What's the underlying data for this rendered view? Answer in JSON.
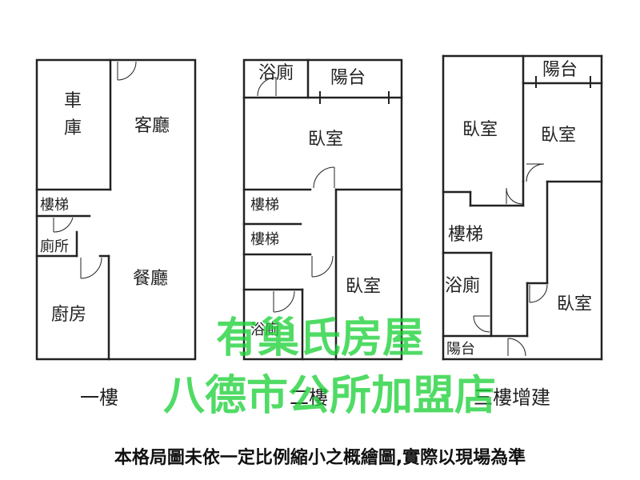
{
  "floors": {
    "f1": {
      "label": "一樓",
      "rooms": {
        "garage_a": "車",
        "garage_b": "庫",
        "living": "客廳",
        "stairs": "樓梯",
        "toilet": "廁所",
        "kitchen": "廚房",
        "dining": "餐廳"
      }
    },
    "f2": {
      "label": "二樓",
      "rooms": {
        "bath_top": "浴廁",
        "balcony": "陽台",
        "bedroom_top": "臥室",
        "stairs_1": "樓梯",
        "stairs_2": "樓梯",
        "bedroom_right": "臥室",
        "bath_bottom": "浴廁"
      }
    },
    "f3": {
      "label": "三樓增建",
      "rooms": {
        "balcony_top": "陽台",
        "bedroom_left": "臥室",
        "bedroom_right": "臥室",
        "stairs": "樓梯",
        "bath": "浴廁",
        "bedroom_bottom": "臥室",
        "balcony_bottom": "陽台"
      }
    }
  },
  "watermark": {
    "line1": "有巢氏房屋",
    "line2": "八德市公所加盟店",
    "color": "#1fd23a"
  },
  "note": "本格局圖未依一定比例縮小之概繪圖,實際以現場為準"
}
